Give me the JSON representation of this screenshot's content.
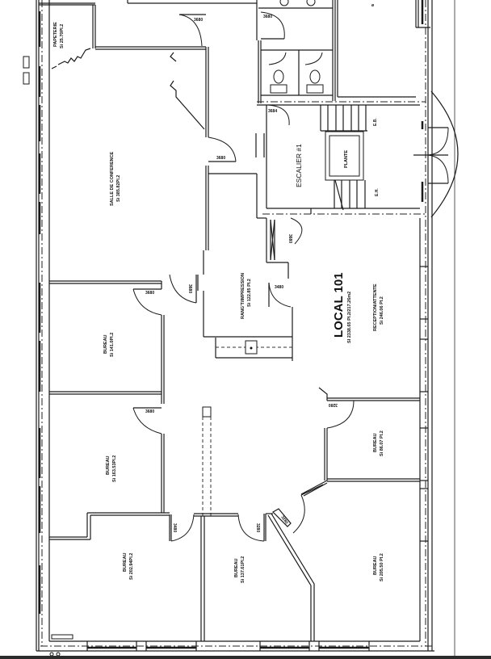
{
  "drawing": {
    "type": "architectural-floor-plan",
    "unit": {
      "name": "LOCAL 101",
      "area": "SI 2338.65 PI.2/217.26m2"
    },
    "rooms": [
      {
        "id": "papeterie",
        "name": "PAPETERIE",
        "area": "Si 25.70PI.2"
      },
      {
        "id": "salle-conference",
        "name": "SALLE DE CONFERENCE",
        "area": "Si 385.82PI.2"
      },
      {
        "id": "rangt-impression",
        "name": "RANG'T/IMPRESSION",
        "area": "Si 122.85 PI.2"
      },
      {
        "id": "reception-attente",
        "name": "RECEPTION/ATTENTE",
        "area": "Si 246.06 PI.2"
      },
      {
        "id": "bureau-1",
        "name": "BUREAU",
        "area": "Si 141.0PI.2"
      },
      {
        "id": "bureau-2",
        "name": "BUREAU",
        "area": "Si 163.53PI.2"
      },
      {
        "id": "bureau-3",
        "name": "BUREAU",
        "area": "Si 202.94PI.2"
      },
      {
        "id": "bureau-4",
        "name": "BUREAU",
        "area": "Si 137.61PI.2"
      },
      {
        "id": "bureau-5",
        "name": "BUREAU",
        "area": "Si 86.07 PI.2"
      },
      {
        "id": "bureau-6",
        "name": "BUREAU",
        "area": "Si 205.50 PI.2"
      }
    ],
    "stair": {
      "name": "ESCALIER #1",
      "core_label": "PLANTE",
      "up_label": "E.B.",
      "down_label": "E.H."
    },
    "door_tags": {
      "d_top_left": "3680",
      "d_wc": "3680",
      "d_stair": "3684",
      "d_conf": "3680",
      "d_stair_low": "3680",
      "d_rangt": "3480",
      "d_bureau1_top": "3680",
      "d_corridor": "3680",
      "d_bureau1_bottom": "3680",
      "d_bureau3": "3480",
      "d_bureau4": "3280",
      "d_bureau5": "3280",
      "d_bureau6": "3280"
    },
    "misc_mark": "ø"
  }
}
